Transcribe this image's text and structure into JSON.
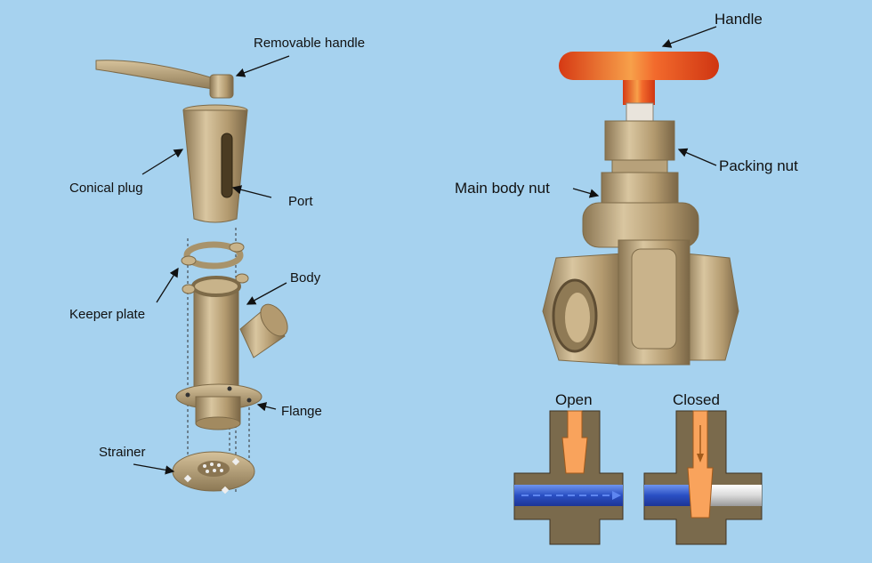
{
  "left_diagram": {
    "labels": {
      "removable_handle": "Removable handle",
      "conical_plug": "Conical plug",
      "port": "Port",
      "body": "Body",
      "keeper_plate": "Keeper plate",
      "flange": "Flange",
      "strainer": "Strainer"
    }
  },
  "right_diagram": {
    "labels": {
      "handle": "Handle",
      "packing_nut": "Packing nut",
      "main_body_nut": "Main body nut"
    },
    "states": {
      "open": "Open",
      "closed": "Closed"
    }
  },
  "colors": {
    "background": "#a6d2ef",
    "brass": "#b9a27a",
    "brass_dark": "#7d6a48",
    "handle_red": "#e8491f",
    "flow_blue": "#2f58c9",
    "valve_section": "#7a6a4c",
    "gate_orange": "#f9a35c"
  }
}
